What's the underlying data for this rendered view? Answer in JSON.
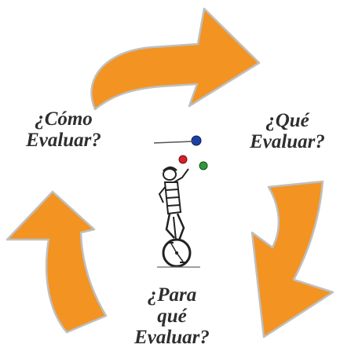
{
  "cycle": {
    "labels": {
      "como": [
        "¿Cómo",
        "Evaluar?"
      ],
      "que": [
        "¿Qué",
        "Evaluar?"
      ],
      "para": [
        "¿Para",
        "qué",
        "Evaluar?"
      ]
    }
  },
  "colors": {
    "arrow_fill": "#f39322",
    "arrow_stroke": "#bfbfbf",
    "label_text": "#2e2e2e",
    "ball_blue": "#1d3fa6",
    "ball_red": "#d6202a",
    "ball_green": "#2f9a3a"
  },
  "icons": {
    "center": "unicyclist-juggler-icon"
  }
}
